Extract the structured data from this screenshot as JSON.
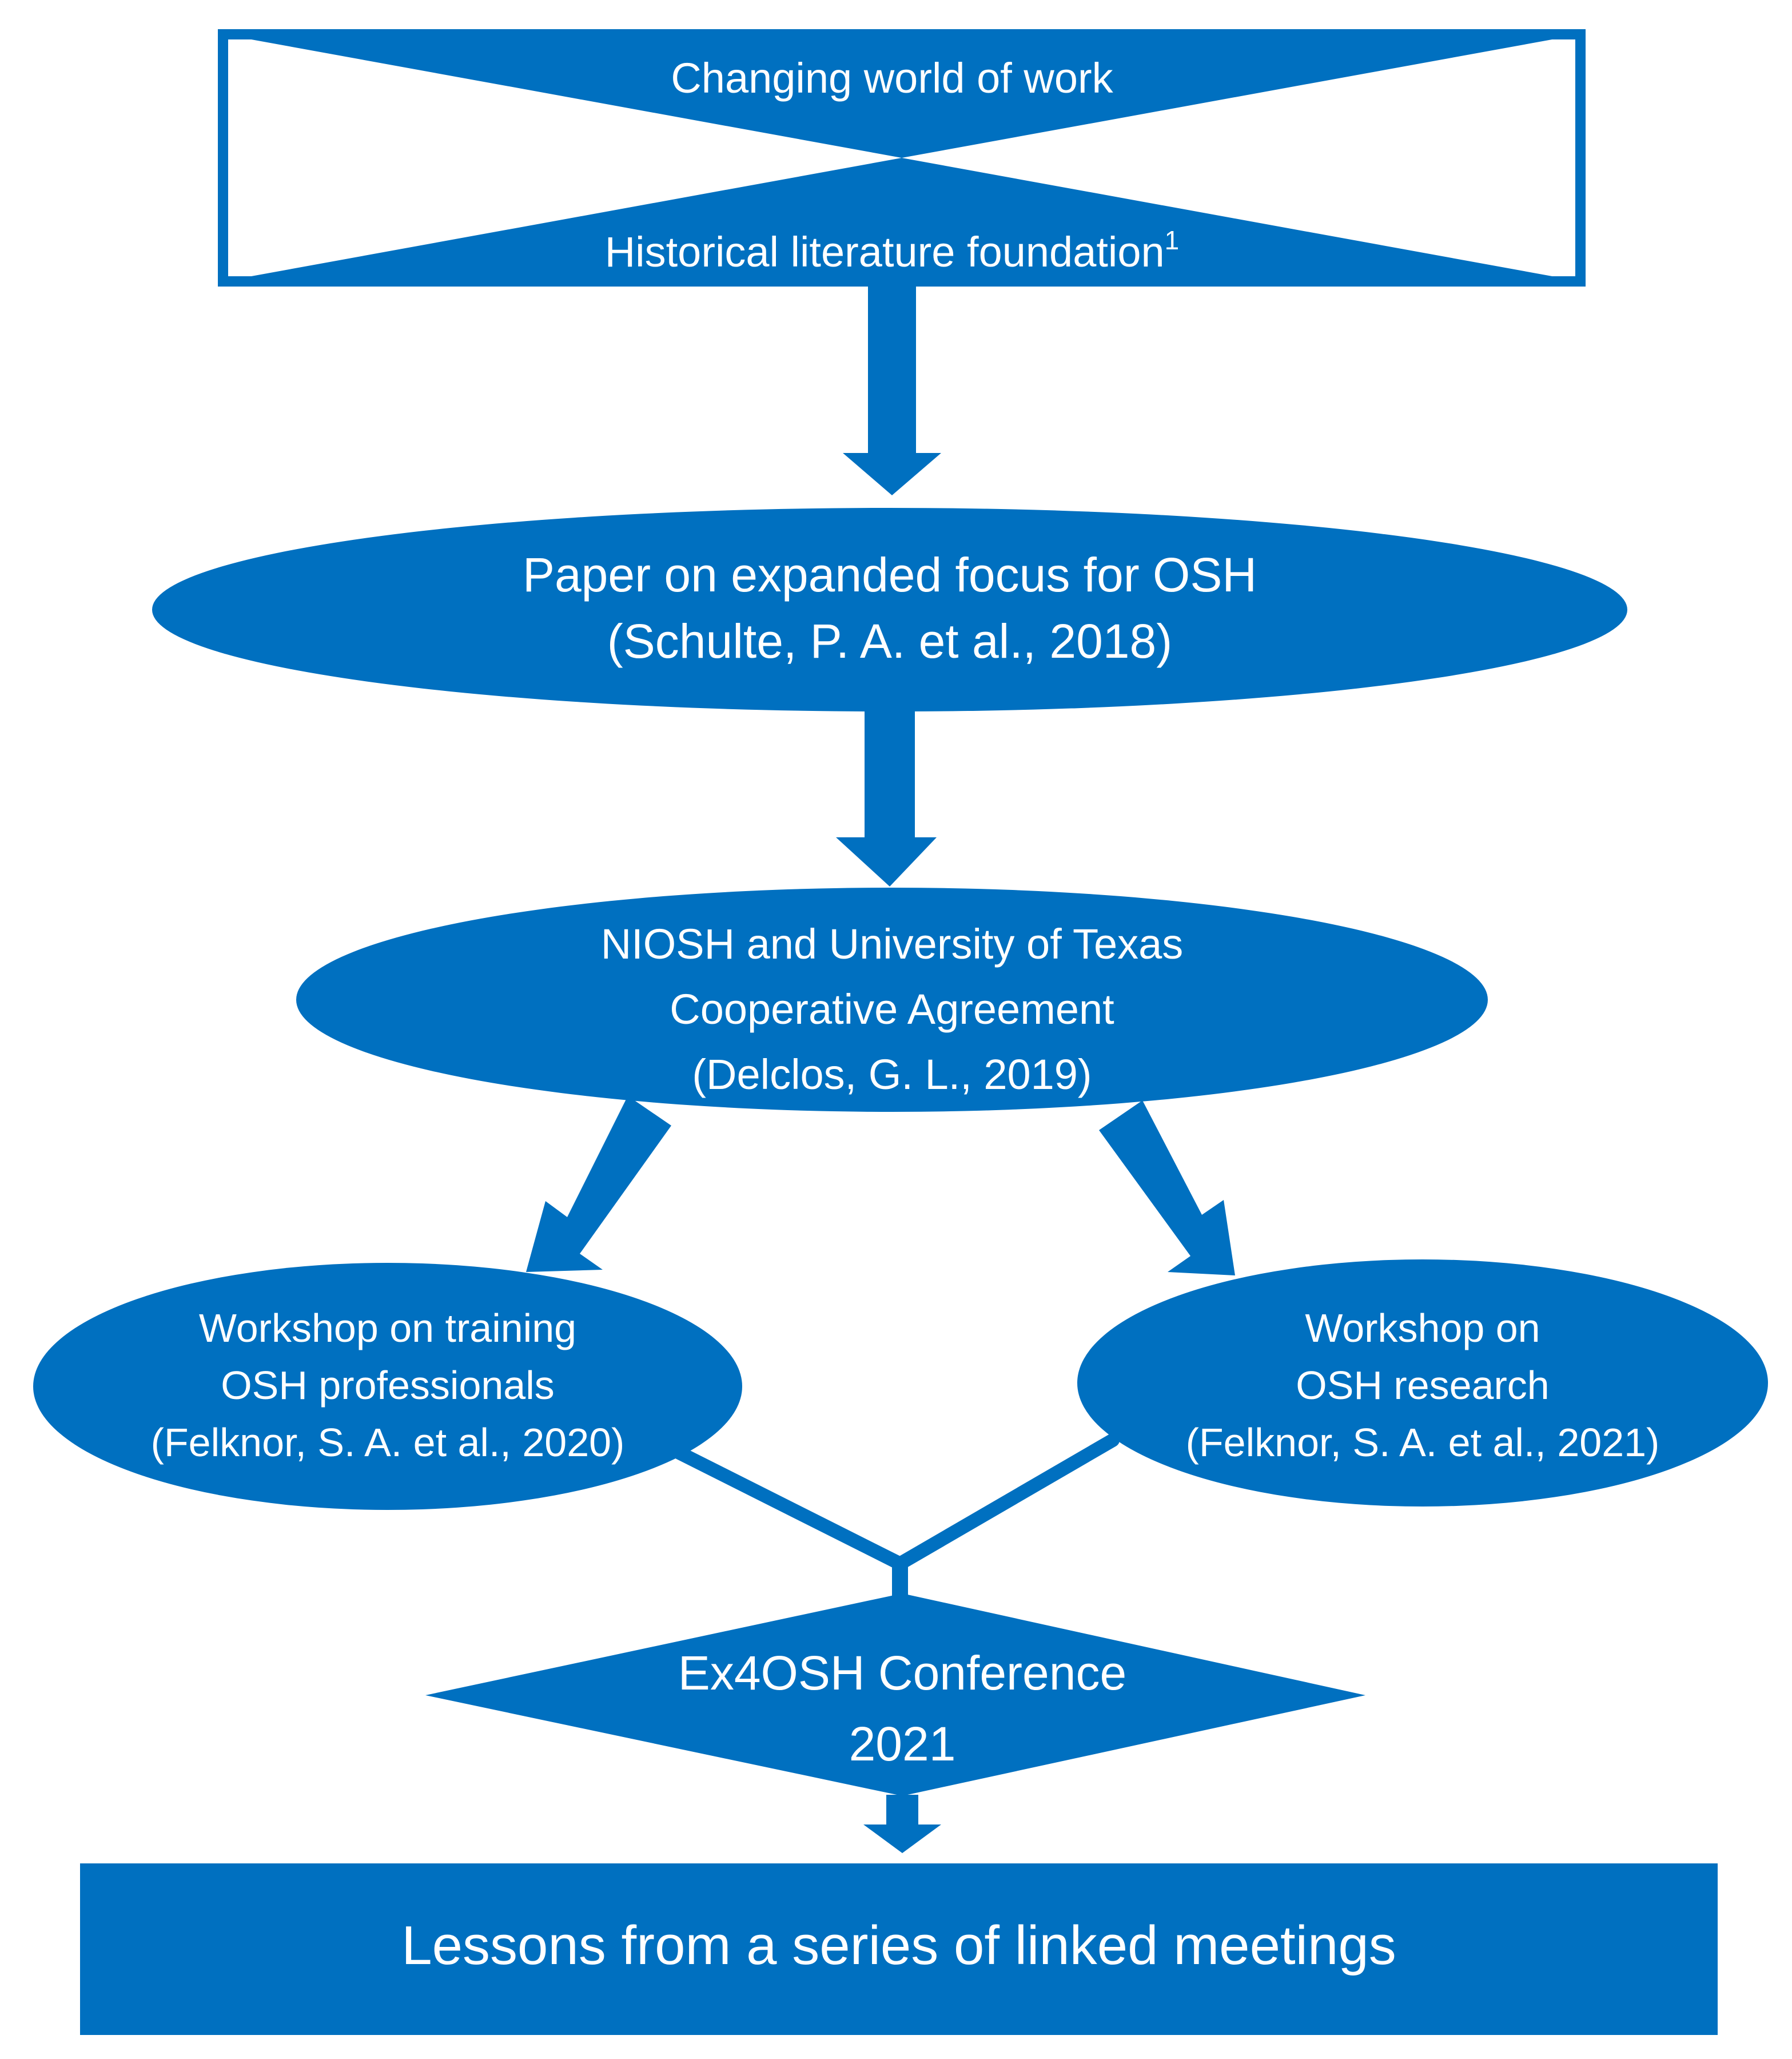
{
  "colors": {
    "primary": "#0070c0",
    "text": "#ffffff",
    "background": "#ffffff"
  },
  "nodes": {
    "top_box": {
      "upper_text": "Changing world of work",
      "lower_text": "Historical literature foundation",
      "lower_superscript": "1"
    },
    "paper": {
      "line1": "Paper on expanded focus for OSH",
      "line2": "(Schulte, P. A. et al., 2018)"
    },
    "agreement": {
      "line1": "NIOSH and University of Texas",
      "line2": "Cooperative Agreement",
      "line3": "(Delclos, G. L., 2019)"
    },
    "workshop_training": {
      "line1": "Workshop on training",
      "line2": "OSH professionals",
      "line3": "(Felknor, S. A. et al., 2020)"
    },
    "workshop_research": {
      "line1": "Workshop on",
      "line2": "OSH research",
      "line3": "(Felknor, S. A. et al., 2021)"
    },
    "conference": {
      "line1": "Ex4OSH Conference",
      "line2": "2021"
    },
    "lessons": {
      "text": "Lessons from a series of linked meetings"
    }
  }
}
